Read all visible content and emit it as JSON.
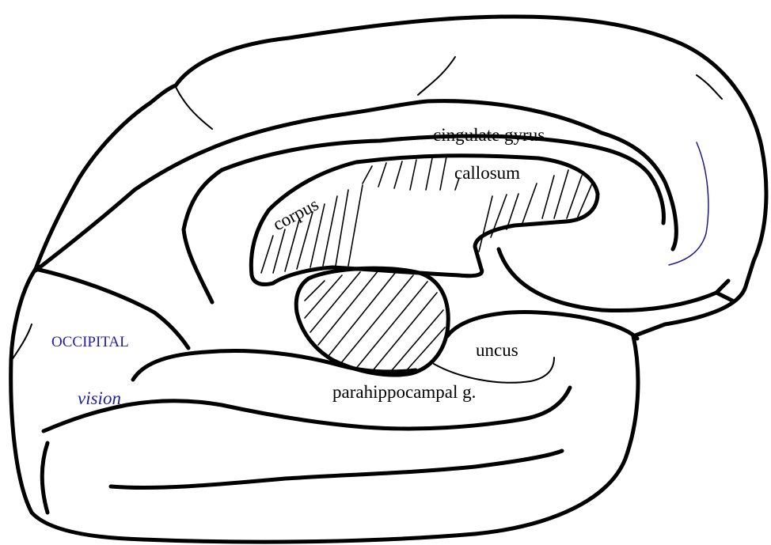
{
  "labels": {
    "cingulate_gyrus": "cingulate gyrus",
    "callosum": "callosum",
    "corpus": "corpus",
    "uncus": "uncus",
    "parahippocampal": "parahippocampal g.",
    "occipital": "OCCIPITAL",
    "vision": "vision"
  },
  "colors": {
    "ink": "#000000",
    "annotation_blue": "#1f1f99",
    "background": "#ffffff"
  }
}
